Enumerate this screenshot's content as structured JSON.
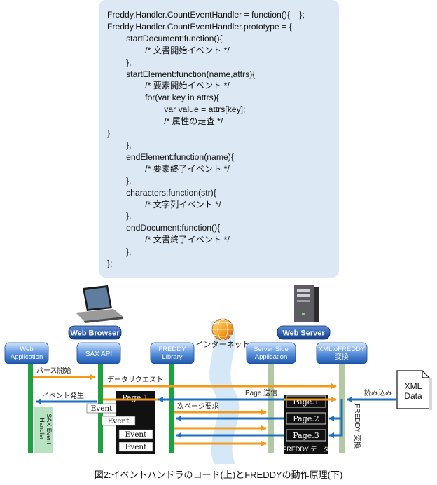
{
  "code": {
    "lines": [
      "Freddy.Handler.CountEventHandler = function(){    };",
      "Freddy.Handler.CountEventHandler.prototype = {",
      "        startDocument:function(){",
      "                /* 文書開始イベント */",
      "        },",
      "        startElement:function(name,attrs){",
      "                /* 要素開始イベント */",
      "                for(var key in attrs){",
      "                        var value = attrs[key];",
      "                        /* 属性の走査 */",
      "}",
      "        },",
      "        endElement:function(name){",
      "                /* 要素終了イベント */",
      "        },",
      "        characters:function(str){",
      "                /* 文字列イベント */",
      "        },",
      "        endDocument:function(){",
      "                /* 文書終了イベント */",
      "        },",
      "};"
    ]
  },
  "diagram": {
    "web_browser": "Web Browser",
    "web_server": "Web Server",
    "internet": "インターネット",
    "xml_data": "XML\nData",
    "components": {
      "web_app": "Web\nApplication",
      "sax_api": "SAX API",
      "freddy_lib": "FREDDY\nLibrary",
      "server_app": "Server Side\nApplication",
      "xml_to_freddy": "XMLtoFREDDY\n変換"
    },
    "arrows": {
      "parse_start": "パース開始",
      "data_request": "データリクエスト",
      "read_in": "読み込み",
      "event_fire": "イベント発生",
      "page_send": "Page 送信",
      "next_page": "次ページ要求"
    },
    "sax_event_handler": "SAX Event\nHandler",
    "freddy_convert": "FREDDY 変換",
    "freddy_data": "FREDDY データ",
    "pages_client": [
      "Page.1"
    ],
    "events": [
      "Event",
      "Event",
      "Event",
      "Event"
    ],
    "pages_server": [
      "Page.1",
      "Page.2",
      "Page.3"
    ]
  },
  "caption": "図2:イベントハンドラのコード(上)とFREDDYの動作原理(下)"
}
